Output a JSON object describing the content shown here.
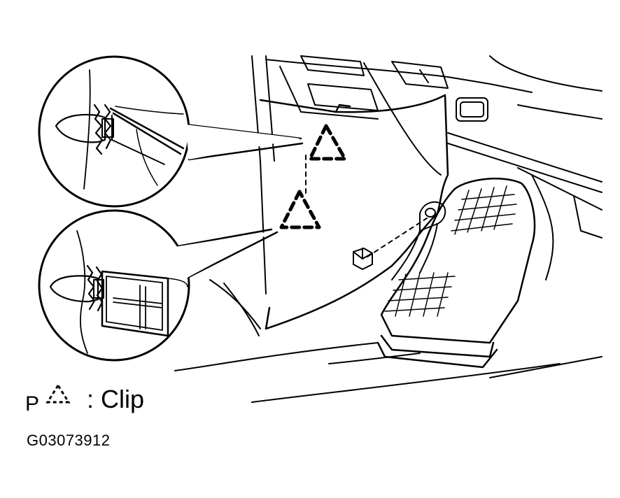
{
  "legend": {
    "symbol_letter": "P",
    "symbol_icon": "dashed-triangle-icon",
    "label": ": Clip"
  },
  "figure_id": "G03073912",
  "colors": {
    "ink": "#000000",
    "paper": "#ffffff"
  }
}
